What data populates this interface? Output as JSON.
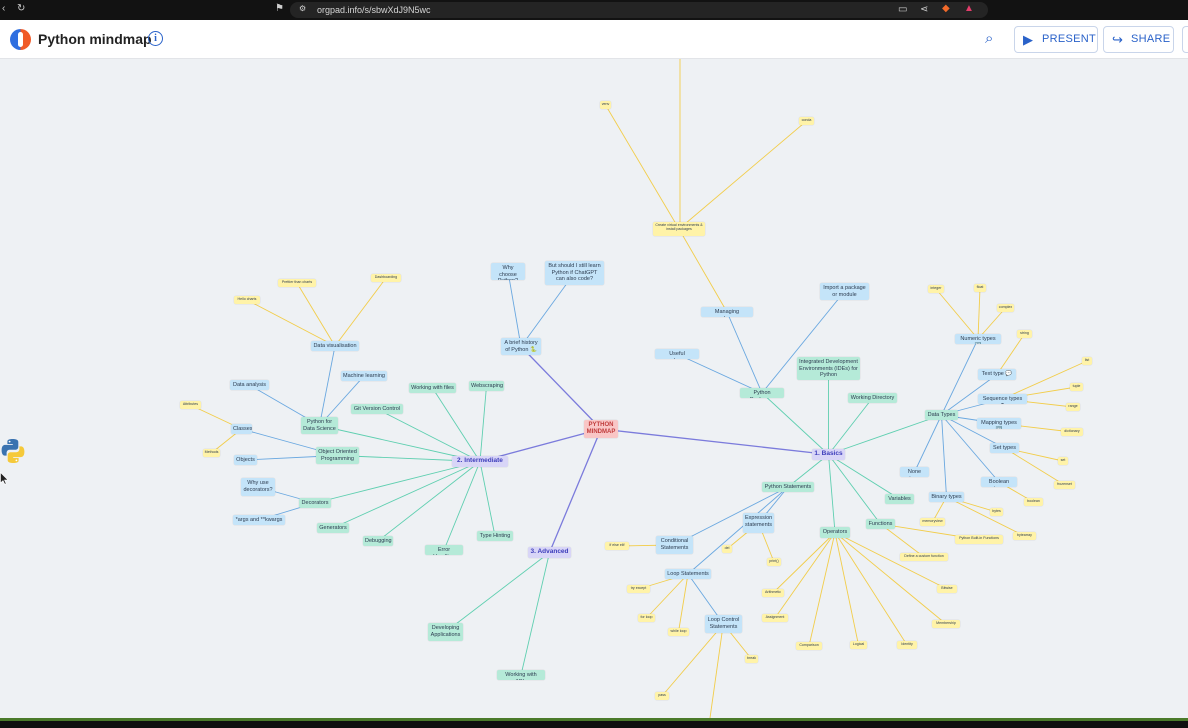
{
  "browser": {
    "url": "orgpad.info/s/sbwXdJ9N5wc"
  },
  "app": {
    "title": "Python mindmap",
    "present_label": "PRESENT",
    "share_label": "SHARE"
  },
  "colors": {
    "accent": "#2a62c9",
    "edge_main": "#7b7bdc",
    "edge_teal": "#5fcfb0",
    "edge_blue": "#6aa8e0",
    "edge_yellow": "#f2cd4a"
  },
  "map": {
    "center": "PYTHON MINDMAP",
    "basics": "1. Basics",
    "intermediate": "2. Intermediate",
    "advanced": "3. Advanced",
    "history": "A brief history of Python 🐍",
    "why": "Why choose Python?",
    "chatgpt": "But should I still learn Python if ChatGPT can also code?",
    "managing": "Managing packages",
    "venv": "venv",
    "conda": "conda",
    "virtualenv": "Create virtual environments & install packages",
    "import": "Import a package or module",
    "useful": "Useful packages",
    "packages": "Python Packages",
    "ide": "Integrated Development Environments (IDEs) for Python",
    "workdir": "Working Directory",
    "datatypes": "Data Types",
    "numeric": "Numeric types 🔢",
    "integer": "integer",
    "float": "float",
    "complex": "complex",
    "string": "string",
    "text": "Text type 💬",
    "sequence": "Sequence types ⚙",
    "list": "list",
    "tuple": "tuple",
    "range": "range",
    "mapping": "Mapping types 🔤",
    "dictionary": "dictionary",
    "settypes": "Set types",
    "set": "set",
    "frozenset": "frozenset",
    "boolean": "Boolean type",
    "boolval": "boolean",
    "none": "None type",
    "binary": "Binary types",
    "bytes": "bytes",
    "bytearray": "bytearray",
    "memoryview": "memoryview",
    "variables": "Variables",
    "functions": "Functions",
    "builtin": "Python Built-in Functions",
    "userdef": "Define a custom function",
    "statements": "Python Statements",
    "expression": "Expression statements",
    "print": "print()",
    "del": "del",
    "conditional": "Conditional Statements",
    "ifelse": "if else elif",
    "loops": "Loop Statements",
    "for": "for loop",
    "while": "while loop",
    "tryexcept": "try except",
    "loopcontrol": "Loop Control Statements",
    "break": "break",
    "pass": "pass",
    "operators": "Operators",
    "arith": "Arithmetic",
    "assign": "Assignment",
    "compar": "Comparison",
    "logical": "Logical",
    "identity": "Identity",
    "member": "Membership",
    "bitwise": "Bitwise",
    "dataviz": "Data visualisation",
    "matplotlib": "Hello charts",
    "seaborn": "Prettier than charts",
    "plotly": "Dashboarding",
    "analysis": "Data analysis",
    "ml": "Machine learning",
    "ds": "Python for Data Science",
    "files": "Working with files",
    "webscraping": "Webscraping",
    "git": "Git Version Control",
    "classes": "Classes",
    "attributes": "Attributes",
    "methods": "Methods",
    "objects": "Objects",
    "oop": "Object Oriented Programming",
    "whydec": "Why use decorators?",
    "decorators": "Decorators",
    "args": "*args and **kwargs",
    "generators": "Generators",
    "debugging": "Debugging",
    "errors": "Error Handling",
    "typehint": "Type Hinting",
    "devapps": "Developing Applications",
    "apis": "Working with APIs"
  }
}
